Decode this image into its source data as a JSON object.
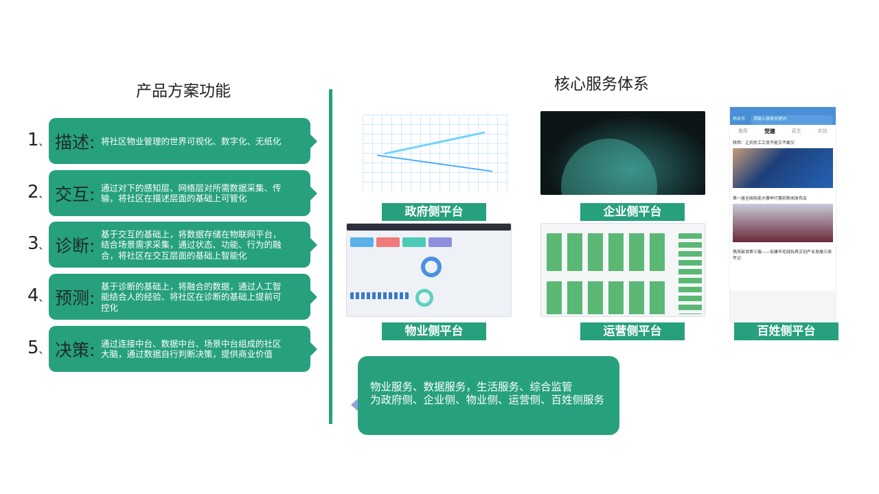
{
  "left": {
    "title": "产品方案功能",
    "items": [
      {
        "num": "1",
        "sep": "、",
        "head": "描述:",
        "desc": "将社区物业管理的世界可视化、数字化、无纸化"
      },
      {
        "num": "2",
        "sep": "、",
        "head": "交互:",
        "desc": "通过对下的感知层、网络层对所需数据采集、传输，将社区在描述层面的基础上可管化"
      },
      {
        "num": "3",
        "sep": "、",
        "head": "诊断:",
        "desc": "基于交互的基础上，将数据存储在物联网平台，结合场景需求采集，通过状态、功能、行为的融合，将社区在交互层面的基础上智能化"
      },
      {
        "num": "4",
        "sep": "、",
        "head": "预测:",
        "desc": "基于诊断的基础上，将融合的数据，通过人工智能结合人的经验、将社区在诊断的基础上提前可控化"
      },
      {
        "num": "5",
        "sep": "、",
        "head": "决策:",
        "desc": "通过连接中台、数据中台、场景中台组成的社区大脑，通过数据自行判断决策，提供商业价值"
      }
    ]
  },
  "right": {
    "title": "核心服务体系",
    "platforms": {
      "gov": "政府侧平台",
      "enterprise": "企业侧平台",
      "property": "物业侧平台",
      "operations": "运营侧平台",
      "citizen": "百姓侧平台"
    },
    "phone": {
      "city": "西安市",
      "search": "请输入搜索关键词",
      "tabs": [
        "推荐",
        "党建",
        "民生",
        "农技"
      ],
      "news": [
        "陕西：让农民工工资不能欠不敢欠",
        "第一届全国技能大赛举行赛前新闻发布会",
        "燕风破浪第三载——安康市毛绒玩具文创产业发展三周年记"
      ]
    },
    "callout": {
      "line1": "物业服务、数据服务，生活服务、综合监管",
      "line2": "为政府侧、企业侧、物业侧、运营侧、百姓侧服务"
    }
  },
  "colors": {
    "accent": "#27a07e",
    "pointer": "#8fa3d6"
  }
}
